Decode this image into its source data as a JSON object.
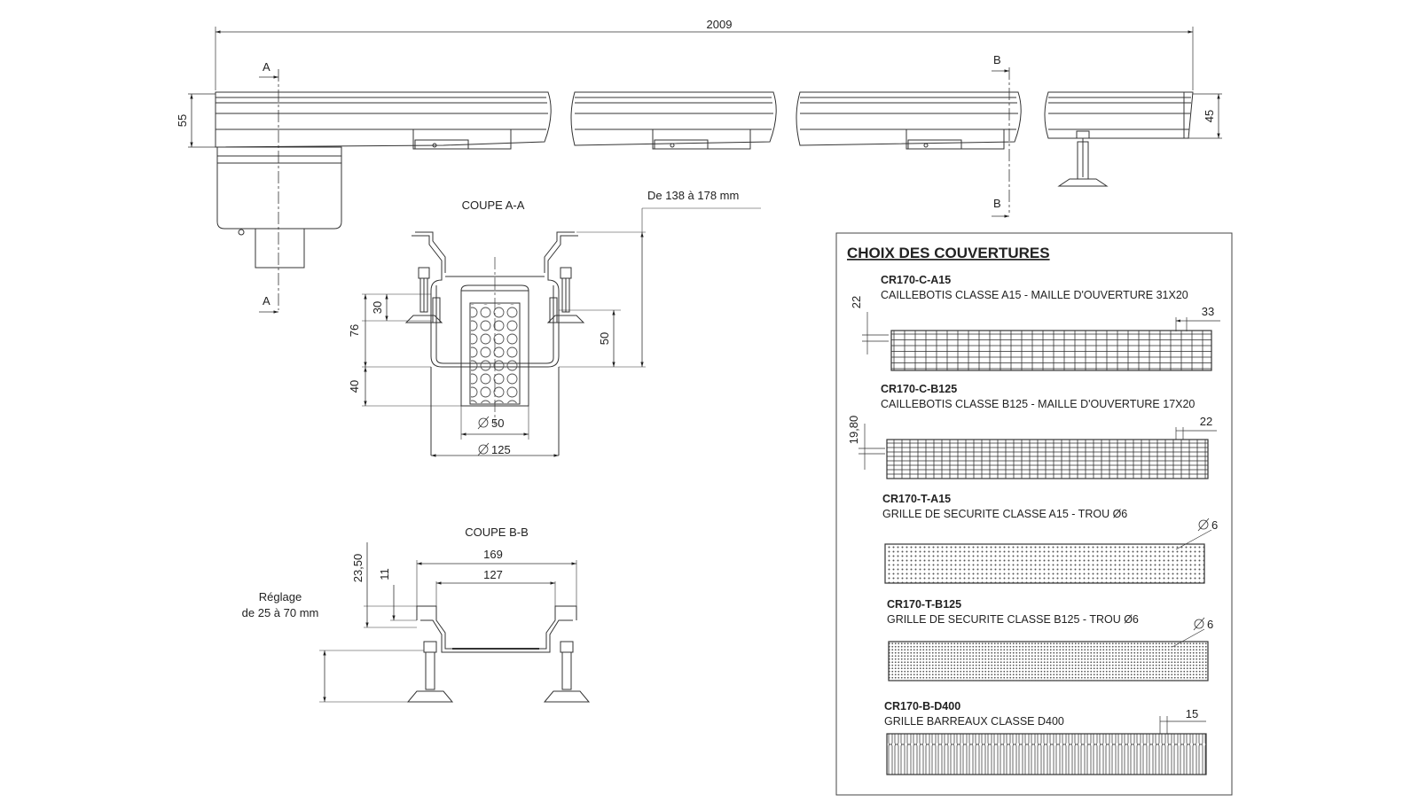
{
  "elevation": {
    "length_label": "2009",
    "height_left": "55",
    "height_right": "45",
    "section_a_top": "A",
    "section_a_bottom": "A",
    "section_b_top": "B",
    "section_b_bottom": "B"
  },
  "section_aa": {
    "title": "COUPE A-A",
    "range_label": "De 138 à 178 mm",
    "dim_30": "30",
    "dim_76": "76",
    "dim_40": "40",
    "dim_50_right": "50",
    "dia_50": "50",
    "dia_125": "125"
  },
  "section_bb": {
    "title": "COUPE B-B",
    "width_outer": "169",
    "width_inner": "127",
    "dim_23_50": "23,50",
    "dim_11": "11",
    "adjust_line1": "Réglage",
    "adjust_line2": "de 25 à 70 mm"
  },
  "covers": {
    "title": "CHOIX DES COUVERTURES",
    "items": [
      {
        "code": "CR170-C-A15",
        "desc": "CAILLEBOTIS CLASSE A15 - MAILLE D'OUVERTURE 31X20",
        "dim_side": "22",
        "dim_top": "33"
      },
      {
        "code": "CR170-C-B125",
        "desc": "CAILLEBOTIS CLASSE B125 - MAILLE D'OUVERTURE 17X20",
        "dim_side": "19,80",
        "dim_top": "22"
      },
      {
        "code": "CR170-T-A15",
        "desc": "GRILLE DE SECURITE CLASSE A15 - TROU Ø6",
        "dim_top": "6"
      },
      {
        "code": "CR170-T-B125",
        "desc": "GRILLE DE SECURITE CLASSE B125 - TROU Ø6",
        "dim_top": "6"
      },
      {
        "code": "CR170-B-D400",
        "desc": "GRILLE BARREAUX CLASSE D400",
        "dim_top": "15"
      }
    ]
  }
}
